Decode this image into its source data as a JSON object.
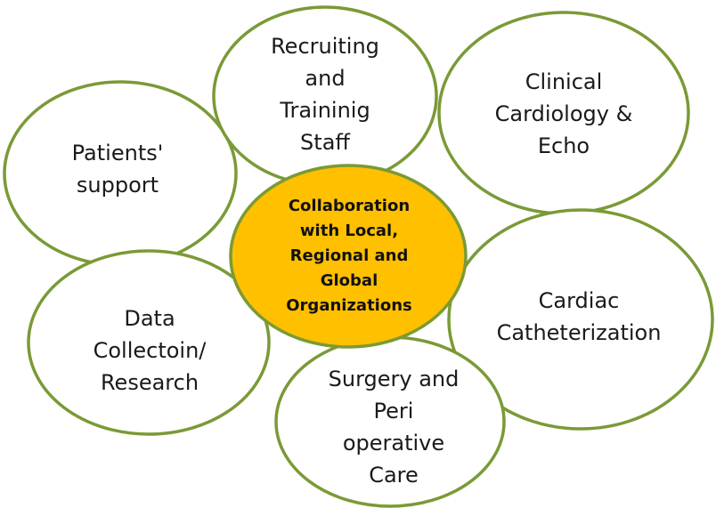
{
  "center": {
    "lines": [
      "Collaboration",
      "with Local,",
      "Regional and",
      "Global",
      "Organizations"
    ]
  },
  "petals": {
    "recruiting": {
      "lines": [
        "Recruiting",
        "and",
        "Traininig",
        "Staff"
      ]
    },
    "clinical": {
      "lines": [
        "Clinical",
        "Cardiology &",
        "Echo"
      ]
    },
    "patients": {
      "lines": [
        "Patients'",
        "support"
      ]
    },
    "data": {
      "lines": [
        "Data",
        "Collectoin/",
        "Research"
      ]
    },
    "cardiac": {
      "lines": [
        "Cardiac",
        "Catheterization"
      ]
    },
    "surgery": {
      "lines": [
        "Surgery and",
        "Peri",
        "operative",
        "Care"
      ]
    }
  },
  "colors": {
    "outline": "#7a9a36",
    "center_fill": "#ffc000",
    "petal_fill": "#ffffff"
  }
}
